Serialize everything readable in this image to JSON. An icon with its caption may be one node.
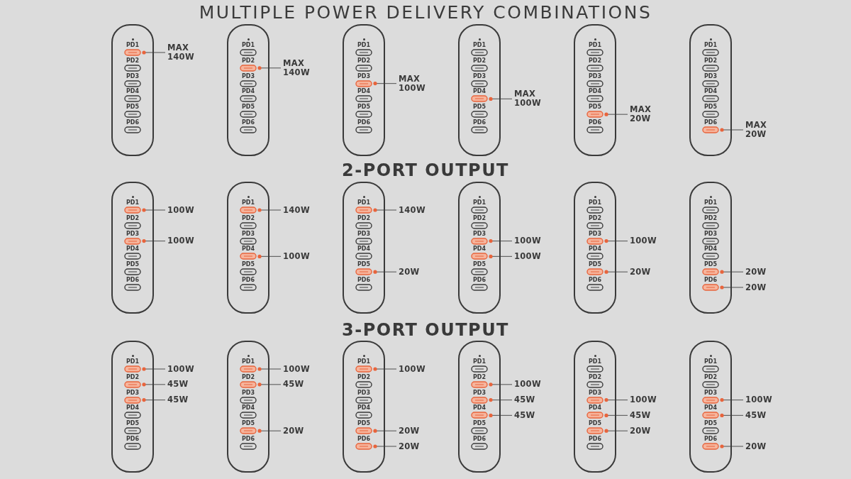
{
  "diagram": {
    "title": "MULTIPLE POWER DELIVERY COMBINATIONS",
    "nodes": [
      {
        "text": [],
        "shape": "box"
      },
      {
        "text": [
          "PD1"
        ],
        "in": 0
      },
      {
        "text": [
          "PD2"
        ],
        "in": 0
      },
      {
        "text": [
          "PD3"
        ],
        "in": 0
      },
      {
        "text": [
          "PD4"
        ],
        "in": 0
      },
      {
        "text": [
          "PD5"
        ],
        "in": 0
      },
      {
        "text": [
          "PD6"
        ],
        "in": 0
      },
      {
        "text": [
          "MAX 140W"
        ]
      },
      {
        "text": [],
        "shape": "box"
      },
      {
        "text": [
          "PD1"
        ],
        "in": 8
      },
      {
        "text": [
          "PD2"
        ],
        "in": 8
      },
      {
        "text": [
          "PD3"
        ],
        "in": 8
      },
      {
        "text": [
          "PD4"
        ],
        "in": 8
      },
      {
        "text": [
          "PD5"
        ],
        "in": 8
      },
      {
        "text": [
          "PD6"
        ],
        "in": 8
      },
      {
        "text": [
          "MAX 140W"
        ]
      },
      {
        "text": [],
        "shape": "box"
      },
      {
        "text": [
          "PD1"
        ],
        "in": 16
      },
      {
        "text": [
          "PD2"
        ],
        "in": 16
      },
      {
        "text": [
          "PD3"
        ],
        "in": 16
      },
      {
        "text": [
          "PD4"
        ],
        "in": 16
      },
      {
        "text": [
          "PD5"
        ],
        "in": 16
      },
      {
        "text": [
          "PD6"
        ],
        "in": 16
      },
      {
        "text": [
          "MAX 100W"
        ]
      },
      {
        "text": [],
        "shape": "box"
      },
      {
        "text": [
          "PD1"
        ],
        "in": 24
      },
      {
        "text": [
          "PD2"
        ],
        "in": 24
      },
      {
        "text": [
          "PD3"
        ],
        "in": 24
      },
      {
        "text": [
          "PD4"
        ],
        "in": 24
      },
      {
        "text": [
          "PD5"
        ],
        "in": 24
      },
      {
        "text": [
          "PD6"
        ],
        "in": 24
      },
      {
        "text": [
          "MAX 100W"
        ]
      },
      {
        "text": [],
        "shape": "box"
      },
      {
        "text": [
          "PD1"
        ],
        "in": 32
      },
      {
        "text": [
          "PD2"
        ],
        "in": 32
      },
      {
        "text": [
          "PD3"
        ],
        "in": 32
      },
      {
        "text": [
          "PD4"
        ],
        "in": 32
      },
      {
        "text": [
          "PD5"
        ],
        "in": 32
      },
      {
        "text": [
          "PD6"
        ],
        "in": 32
      },
      {
        "text": [
          "MAX 20W"
        ]
      },
      {
        "text": [],
        "shape": "box"
      },
      {
        "text": [
          "PD1"
        ],
        "in": 40
      },
      {
        "text": [
          "PD2"
        ],
        "in": 40
      },
      {
        "text": [
          "PD3"
        ],
        "in": 40
      },
      {
        "text": [
          "PD4"
        ],
        "in": 40
      },
      {
        "text": [
          "PD5"
        ],
        "in": 40
      },
      {
        "text": [
          "PD6"
        ],
        "in": 40
      },
      {
        "text": [
          "MAX 20W"
        ]
      },
      {
        "text": [],
        "shape": "box"
      },
      {
        "text": [
          "PD1"
        ],
        "in": 48
      },
      {
        "text": [
          "PD2"
        ],
        "in": 48
      },
      {
        "text": [
          "PD3"
        ],
        "in": 48
      },
      {
        "text": [
          "PD4"
        ],
        "in": 48
      },
      {
        "text": [
          "PD5"
        ],
        "in": 48
      },
      {
        "text": [
          "PD6"
        ],
        "in": 48
      },
      {
        "text": [
          "100W"
        ]
      },
      {
        "text": [
          "100W"
        ]
      },
      {
        "text": [],
        "shape": "box"
      },
      {
        "text": [
          "PD1"
        ],
        "in": 57
      },
      {
        "text": [
          "PD2"
        ],
        "in": 57
      },
      {
        "text": [
          "PD3"
        ],
        "in": 57
      },
      {
        "text": [
          "PD4"
        ],
        "in": 57
      },
      {
        "text": [
          "PD5"
        ],
        "in": 57
      },
      {
        "text": [
          "PD6"
        ],
        "in": 57
      },
      {
        "text": [
          "140W"
        ]
      },
      {
        "text": [
          "100W"
        ]
      },
      {
        "text": [],
        "shape": "box"
      },
      {
        "text": [
          "PD1"
        ],
        "in": 66
      },
      {
        "text": [
          "PD2"
        ],
        "in": 66
      },
      {
        "text": [
          "PD3"
        ],
        "in": 66
      },
      {
        "text": [
          "PD4"
        ],
        "in": 66
      },
      {
        "text": [
          "PD5"
        ],
        "in": 66
      },
      {
        "text": [
          "PD6"
        ],
        "in": 66
      },
      {
        "text": [
          "140W"
        ]
      },
      {
        "text": [
          "20W"
        ]
      },
      {
        "text": [],
        "shape": "box"
      },
      {
        "text": [
          "PD1"
        ],
        "in": 75
      },
      {
        "text": [
          "PD2"
        ],
        "in": 75
      },
      {
        "text": [
          "PD3"
        ],
        "in": 75
      },
      {
        "text": [
          "PD4"
        ],
        "in": 75
      },
      {
        "text": [
          "PD5"
        ],
        "in": 75
      },
      {
        "text": [
          "PD6"
        ],
        "in": 75
      },
      {
        "text": [
          "100W"
        ]
      },
      {
        "text": [
          "100W"
        ]
      },
      {
        "text": [],
        "shape": "box"
      },
      {
        "text": [
          "PD1"
        ],
        "in": 84
      },
      {
        "text": [
          "PD2"
        ],
        "in": 84
      },
      {
        "text": [
          "PD3"
        ],
        "in": 84
      },
      {
        "text": [
          "PD4"
        ],
        "in": 84
      },
      {
        "text": [
          "PD5"
        ],
        "in": 84
      },
      {
        "text": [
          "PD6"
        ],
        "in": 84
      },
      {
        "text": [
          "100W"
        ]
      },
      {
        "text": [
          "20W"
        ]
      },
      {
        "text": [],
        "shape": "box"
      },
      {
        "text": [
          "PD1"
        ],
        "in": 93
      },
      {
        "text": [
          "PD2"
        ],
        "in": 93
      },
      {
        "text": [
          "PD3"
        ],
        "in": 93
      },
      {
        "text": [
          "PD4"
        ],
        "in": 93
      },
      {
        "text": [
          "PD5"
        ],
        "in": 93
      },
      {
        "text": [
          "PD6"
        ],
        "in": 93
      },
      {
        "text": [
          "20W"
        ]
      },
      {
        "text": [
          "20W"
        ]
      },
      {
        "text": [],
        "shape": "box"
      },
      {
        "text": [
          "PD1"
        ],
        "in": 102
      },
      {
        "text": [
          "PD2"
        ],
        "in": 102
      },
      {
        "text": [
          "PD3"
        ],
        "in": 102
      },
      {
        "text": [
          "PD4"
        ],
        "in": 102
      },
      {
        "text": [
          "PD5"
        ],
        "in": 102
      },
      {
        "text": [
          "PD6"
        ],
        "in": 102
      },
      {
        "text": [
          "100W"
        ]
      },
      {
        "text": [
          "45W"
        ]
      },
      {
        "text": [
          "45W"
        ]
      },
      {
        "text": [],
        "shape": "box"
      },
      {
        "text": [
          "PD1"
        ],
        "in": 112
      },
      {
        "text": [
          "PD2"
        ],
        "in": 112
      },
      {
        "text": [
          "PD3"
        ],
        "in": 112
      },
      {
        "text": [
          "PD4"
        ],
        "in": 112
      },
      {
        "text": [
          "PD5"
        ],
        "in": 112
      },
      {
        "text": [
          "PD6"
        ],
        "in": 112
      },
      {
        "text": [
          "100W"
        ]
      },
      {
        "text": [
          "45W"
        ]
      },
      {
        "text": [
          "20W"
        ]
      },
      {
        "text": [],
        "shape": "box"
      },
      {
        "text": [
          "PD1"
        ],
        "in": 122
      },
      {
        "text": [
          "PD2"
        ],
        "in": 122
      },
      {
        "text": [
          "PD3"
        ],
        "in": 122
      },
      {
        "text": [
          "PD4"
        ],
        "in": 122
      },
      {
        "text": [
          "PD5"
        ],
        "in": 122
      },
      {
        "text": [
          "PD6"
        ],
        "in": 122
      },
      {
        "text": [
          "100W"
        ]
      },
      {
        "text": [
          "20W"
        ]
      },
      {
        "text": [
          "20W"
        ]
      },
      {
        "text": [],
        "shape": "box"
      },
      {
        "text": [
          "PD1"
        ],
        "in": 132
      },
      {
        "text": [
          "PD2"
        ],
        "in": 132
      },
      {
        "text": [
          "PD3"
        ],
        "in": 132
      },
      {
        "text": [
          "PD4"
        ],
        "in": 132
      },
      {
        "text": [
          "PD5"
        ],
        "in": 132
      },
      {
        "text": [
          "PD6"
        ],
        "in": 132
      },
      {
        "text": [
          "100W"
        ]
      },
      {
        "text": [
          "45W"
        ]
      },
      {
        "text": [
          "45W"
        ]
      },
      {
        "text": [],
        "shape": "box"
      },
      {
        "text": [
          "PD1"
        ],
        "in": 142
      },
      {
        "text": [
          "PD2"
        ],
        "in": 142
      },
      {
        "text": [
          "PD3"
        ],
        "in": 142
      },
      {
        "text": [
          "PD4"
        ],
        "in": 142
      },
      {
        "text": [
          "PD5"
        ],
        "in": 142
      },
      {
        "text": [
          "PD6"
        ],
        "in": 142
      },
      {
        "text": [
          "100W"
        ]
      },
      {
        "text": [
          "45W"
        ]
      },
      {
        "text": [
          "20W"
        ]
      },
      {
        "text": [],
        "shape": "box"
      },
      {
        "text": [
          "PD1"
        ],
        "in": 152
      },
      {
        "text": [
          "PD2"
        ],
        "in": 152
      },
      {
        "text": [
          "PD3"
        ],
        "in": 152
      },
      {
        "text": [
          "PD4"
        ],
        "in": 152
      },
      {
        "text": [
          "PD5"
        ],
        "in": 152
      },
      {
        "text": [
          "PD6"
        ],
        "in": 152
      },
      {
        "text": [
          "100W"
        ]
      },
      {
        "text": [
          "45W"
        ]
      },
      {
        "text": [
          "20W"
        ]
      }
    ],
    "edges": [
      {
        "from": 1,
        "to": 7,
        "arrow": "other"
      },
      {
        "from": 10,
        "to": 15,
        "arrow": "other"
      },
      {
        "from": 19,
        "to": 23,
        "arrow": "other"
      },
      {
        "from": 28,
        "to": 31,
        "arrow": "other"
      },
      {
        "from": 37,
        "to": 39,
        "arrow": "other"
      },
      {
        "from": 46,
        "to": 47,
        "arrow": "other"
      },
      {
        "from": 49,
        "to": 55,
        "arrow": "other"
      },
      {
        "from": 51,
        "to": 56,
        "arrow": "other"
      },
      {
        "from": 58,
        "to": 64,
        "arrow": "other"
      },
      {
        "from": 61,
        "to": 65,
        "arrow": "other"
      },
      {
        "from": 67,
        "to": 73,
        "arrow": "other"
      },
      {
        "from": 71,
        "to": 74,
        "arrow": "other"
      },
      {
        "from": 78,
        "to": 82,
        "arrow": "other"
      },
      {
        "from": 79,
        "to": 83,
        "arrow": "other"
      },
      {
        "from": 87,
        "to": 91,
        "arrow": "other"
      },
      {
        "from": 89,
        "to": 92,
        "arrow": "other"
      },
      {
        "from": 98,
        "to": 100,
        "arrow": "other"
      },
      {
        "from": 99,
        "to": 101,
        "arrow": "other"
      },
      {
        "from": 103,
        "to": 109,
        "arrow": "other"
      },
      {
        "from": 104,
        "to": 110,
        "arrow": "other"
      },
      {
        "from": 105,
        "to": 111,
        "arrow": "other"
      },
      {
        "from": 113,
        "to": 119,
        "arrow": "other"
      },
      {
        "from": 114,
        "to": 120,
        "arrow": "other"
      },
      {
        "from": 117,
        "to": 121,
        "arrow": "other"
      },
      {
        "from": 123,
        "to": 129,
        "arrow": "other"
      },
      {
        "from": 127,
        "to": 130,
        "arrow": "other"
      },
      {
        "from": 128,
        "to": 131,
        "arrow": "other"
      },
      {
        "from": 134,
        "to": 139,
        "arrow": "other"
      },
      {
        "from": 135,
        "to": 140,
        "arrow": "other"
      },
      {
        "from": 136,
        "to": 141,
        "arrow": "other"
      },
      {
        "from": 145,
        "to": 149,
        "arrow": "other"
      },
      {
        "from": 146,
        "to": 150,
        "arrow": "other"
      },
      {
        "from": 147,
        "to": 151,
        "arrow": "other"
      },
      {
        "from": 155,
        "to": 159,
        "arrow": "other"
      },
      {
        "from": 156,
        "to": 160,
        "arrow": "other"
      },
      {
        "from": 158,
        "to": 161,
        "arrow": "other"
      }
    ],
    "labels": [
      "2-PORT OUTPUT",
      "3-PORT OUTPUT"
    ]
  }
}
